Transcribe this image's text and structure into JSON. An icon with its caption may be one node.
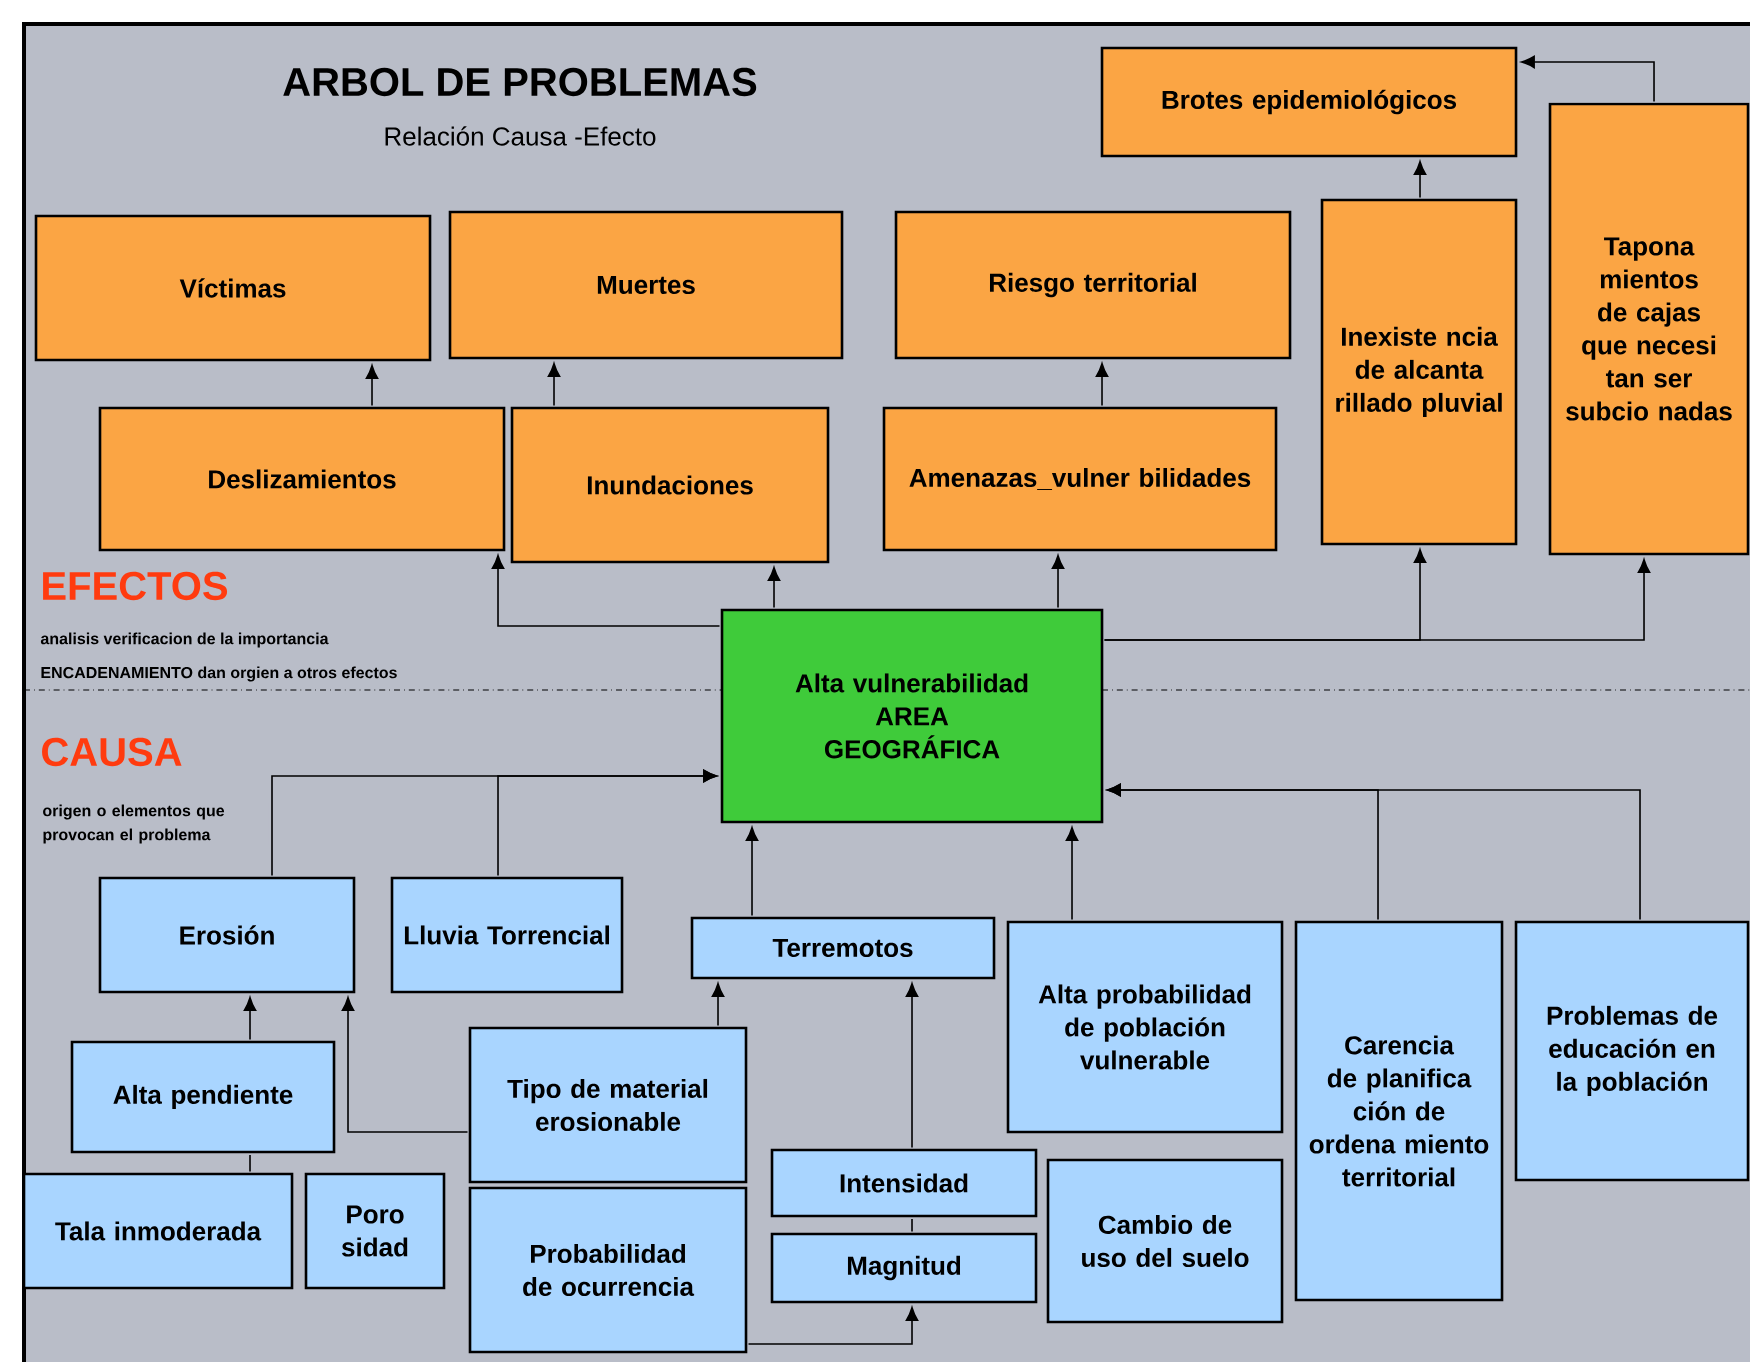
{
  "diagram": {
    "title": "ARBOL DE PROBLEMAS",
    "nodes": [
      {
        "text": [
          "Víctimas"
        ]
      },
      {
        "text": [
          "Muertes"
        ]
      },
      {
        "text": [
          "Riesgo territorial"
        ]
      },
      {
        "text": [
          "Brotes epidemiológicos"
        ]
      },
      {
        "text": [
          "Deslizamientos"
        ]
      },
      {
        "text": [
          "Inundaciones"
        ]
      },
      {
        "text": [
          "Amenazas_vulner bilidades"
        ]
      },
      {
        "text": [
          "Inexiste ncia de alcanta rillado pluvial"
        ]
      },
      {
        "text": [
          "Tapona mientos de cajas que necesi tan ser subcio nadas"
        ]
      },
      {
        "text": [
          "Alta vulnerabilidad AREA GEOGRÁFICA"
        ]
      },
      {
        "text": [
          "Erosión"
        ]
      },
      {
        "text": [
          "Lluvia Torrencial"
        ]
      },
      {
        "text": [
          "Terremotos"
        ]
      },
      {
        "text": [
          "Alta probabilidad de población vulnerable"
        ]
      },
      {
        "text": [
          "Carencia de planifica ción de ordena miento territorial"
        ]
      },
      {
        "text": [
          "Problemas de educación en la población"
        ]
      },
      {
        "text": [
          "Alta pendiente"
        ]
      },
      {
        "text": [
          "Tipo de material erosionable"
        ]
      },
      {
        "text": [
          "Tala inmoderada"
        ]
      },
      {
        "text": [
          "Poro sidad"
        ]
      },
      {
        "text": [
          "Probabilidad de ocurrencia"
        ]
      },
      {
        "text": [
          "Intensidad"
        ]
      },
      {
        "text": [
          "Magnitud"
        ]
      },
      {
        "text": [
          "Cambio de uso del suelo"
        ]
      }
    ],
    "edges": [
      {
        "from": 4,
        "to": 0,
        "arrow": "to"
      },
      {
        "from": 5,
        "to": 1,
        "arrow": "to"
      },
      {
        "from": 6,
        "to": 2,
        "arrow": "to"
      },
      {
        "from": 7,
        "to": 3,
        "arrow": "to"
      },
      {
        "from": 8,
        "to": 3,
        "arrow": "to"
      },
      {
        "from": 9,
        "to": 4,
        "arrow": "to"
      },
      {
        "from": 9,
        "to": 5,
        "arrow": "to"
      },
      {
        "from": 9,
        "to": 6,
        "arrow": "to"
      },
      {
        "from": 9,
        "to": 7,
        "arrow": "to"
      },
      {
        "from": 9,
        "to": 8,
        "arrow": "to"
      },
      {
        "from": 10,
        "to": 9,
        "arrow": "to"
      },
      {
        "from": 11,
        "to": 9,
        "arrow": "to"
      },
      {
        "from": 12,
        "to": 9,
        "arrow": "to"
      },
      {
        "from": 13,
        "to": 9,
        "arrow": "to"
      },
      {
        "from": 14,
        "to": 9,
        "arrow": "to"
      },
      {
        "from": 15,
        "to": 9,
        "arrow": "to"
      },
      {
        "from": 16,
        "to": 10,
        "arrow": "to"
      },
      {
        "from": 18,
        "to": 16,
        "arrow": "none"
      },
      {
        "from": 17,
        "to": 10,
        "arrow": "to"
      },
      {
        "from": 17,
        "to": 12,
        "arrow": "to"
      },
      {
        "from": 21,
        "to": 12,
        "arrow": "to"
      },
      {
        "from": 22,
        "to": 21,
        "arrow": "none"
      },
      {
        "from": 20,
        "to": 22,
        "arrow": "to"
      }
    ],
    "labels": [
      "Relación Causa -Efecto",
      "EFECTOS",
      "analisis verificacion de la importancia",
      "ENCADENAMIENTO dan orgien a otros efectos",
      "CAUSA",
      "origen o elementos que provocan el problema"
    ]
  }
}
